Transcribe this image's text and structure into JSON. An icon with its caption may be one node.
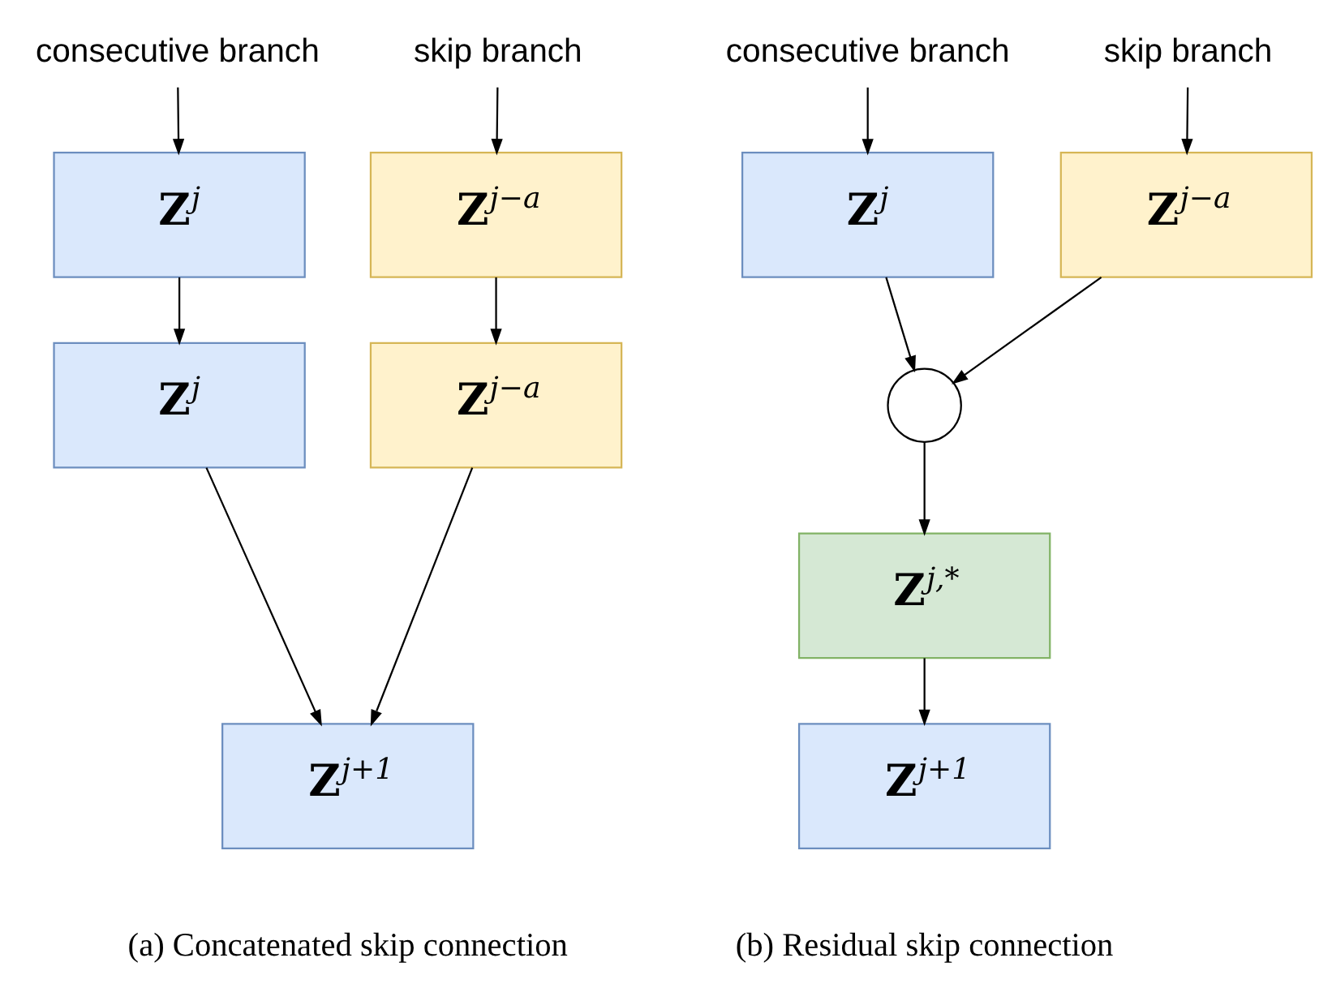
{
  "diagram": {
    "nodes": [
      {
        "text": [
          "consecutive branch"
        ]
      },
      {
        "text": [
          "skip branch"
        ]
      },
      {
        "text": [
          "**Z**$^{j}$"
        ]
      },
      {
        "text": [
          "**Z**$^{j−a}$"
        ]
      },
      {
        "text": [
          "**Z**$^{j}$"
        ]
      },
      {
        "text": [
          "**Z**$^{j−a}$"
        ]
      },
      {
        "text": [
          "**Z**$^{j+1}$"
        ]
      },
      {
        "text": [
          "consecutive branch"
        ]
      },
      {
        "text": [
          "skip branch"
        ]
      },
      {
        "text": [
          "**Z**$^{j}$"
        ]
      },
      {
        "text": [
          "**Z**$^{j−a}$"
        ]
      },
      {
        "text": [],
        "shape": "circle"
      },
      {
        "text": [
          "**Z**$^{j,*}$"
        ]
      },
      {
        "text": [
          "**Z**$^{j+1}$"
        ]
      }
    ],
    "edges": [
      {
        "from": 0,
        "to": 2,
        "arrow": "to"
      },
      {
        "from": 1,
        "to": 3,
        "arrow": "to"
      },
      {
        "from": 2,
        "to": 4,
        "arrow": "to"
      },
      {
        "from": 3,
        "to": 5,
        "arrow": "to"
      },
      {
        "from": 4,
        "to": 6,
        "arrow": "to"
      },
      {
        "from": 5,
        "to": 6,
        "arrow": "to"
      },
      {
        "from": 7,
        "to": 9,
        "arrow": "to"
      },
      {
        "from": 8,
        "to": 10,
        "arrow": "to"
      },
      {
        "from": 9,
        "to": 11,
        "arrow": "to"
      },
      {
        "from": 10,
        "to": 11,
        "arrow": "to"
      },
      {
        "from": 11,
        "to": 12,
        "arrow": "to"
      },
      {
        "from": 12,
        "to": 13,
        "arrow": "to"
      }
    ],
    "labels": [
      "(a) Concatenated skip connection",
      "(b) Residual skip connection"
    ]
  }
}
